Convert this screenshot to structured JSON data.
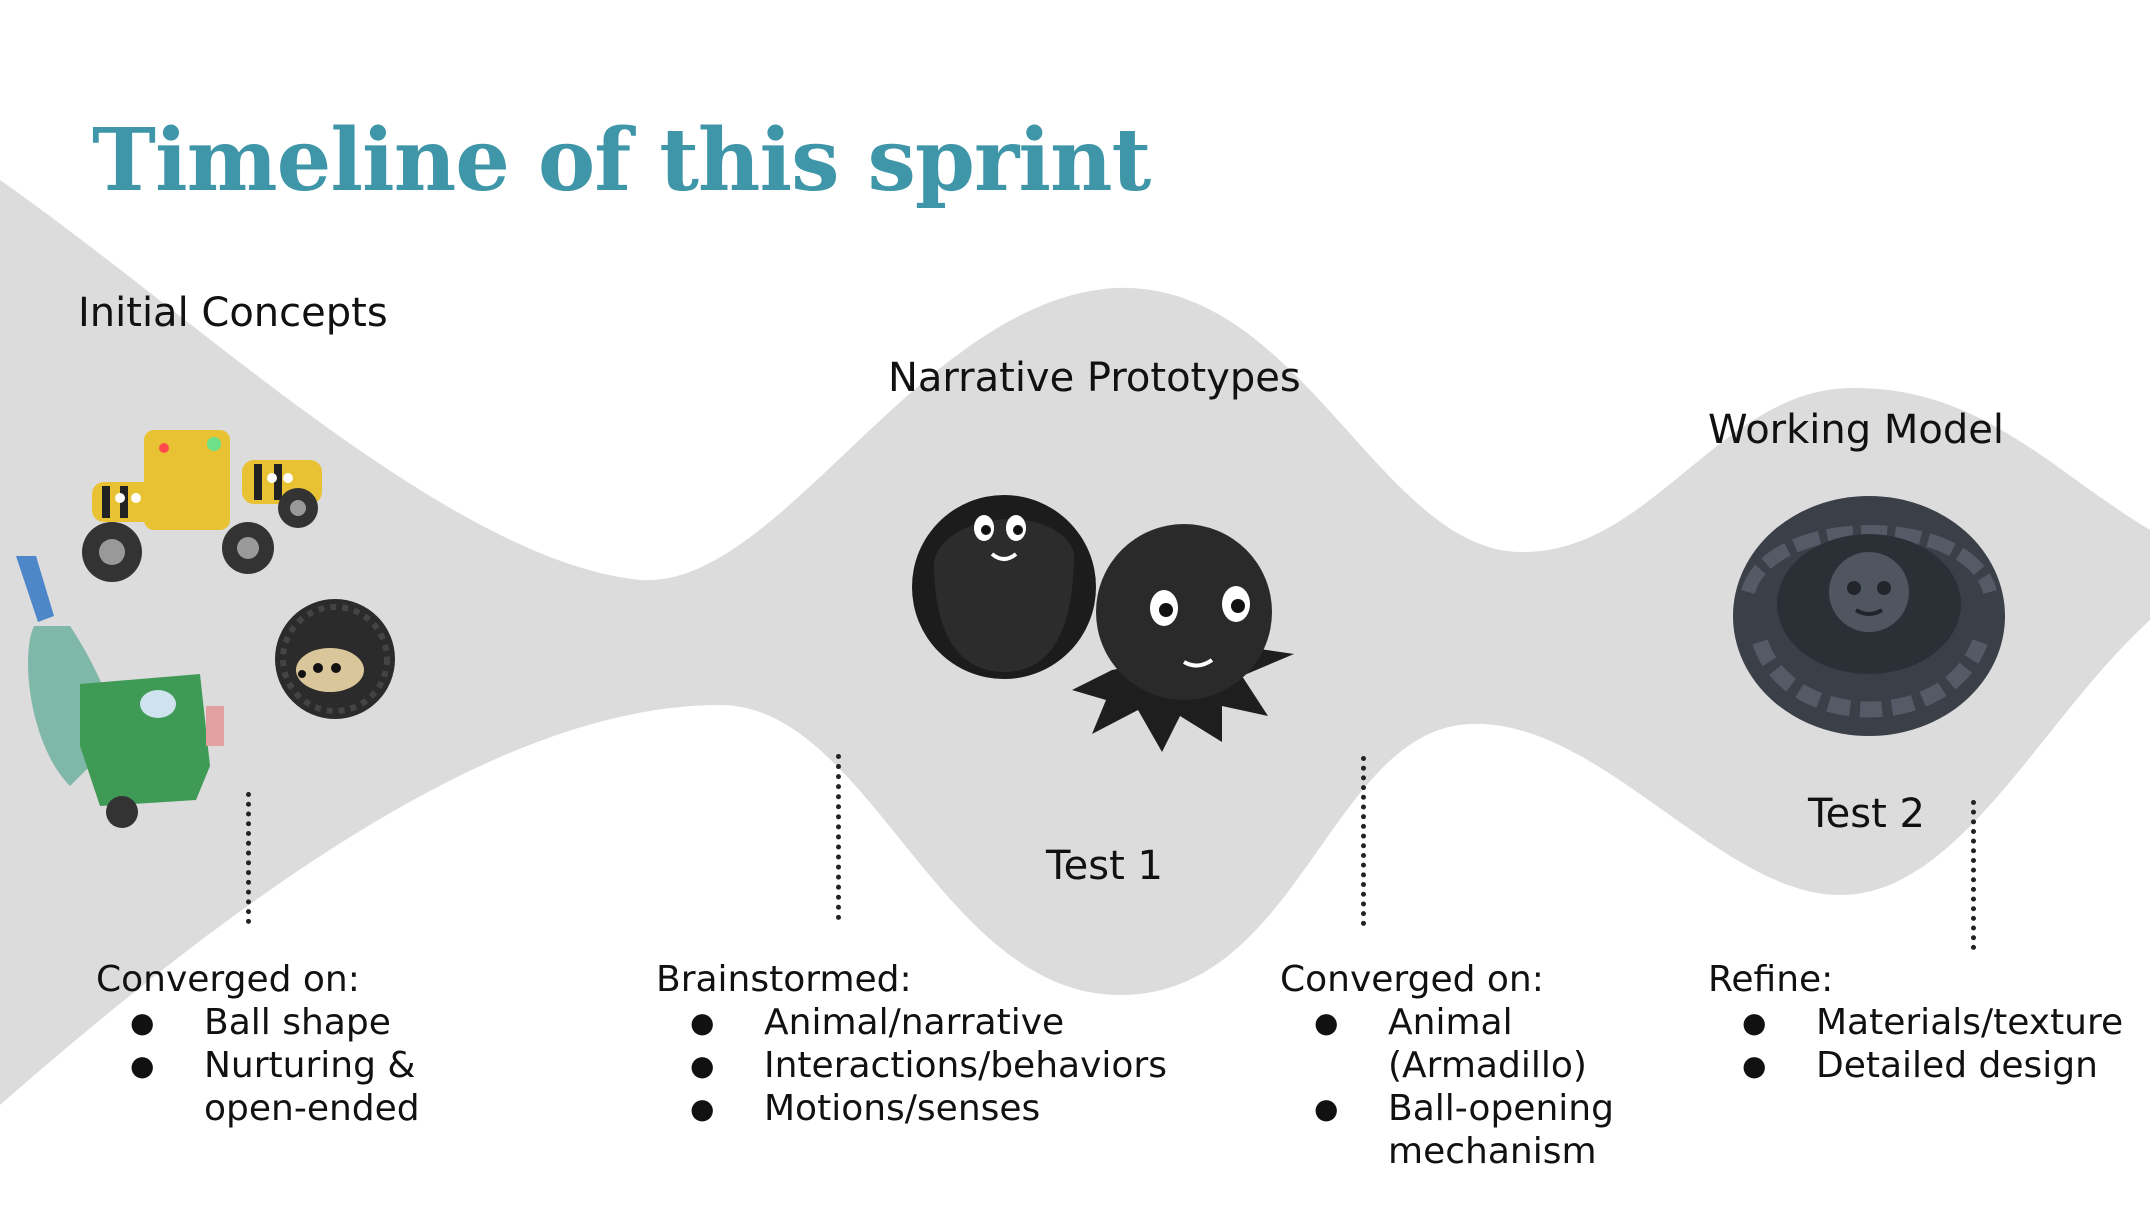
{
  "slide": {
    "title": "Timeline of this sprint",
    "background_color": "#ffffff",
    "wave_color": "#dcdcdc",
    "title_color": "#3e96a8"
  },
  "stages": [
    {
      "label": "Initial Concepts"
    },
    {
      "label": "Narrative Prototypes"
    },
    {
      "label": "Working Model"
    }
  ],
  "tests": [
    {
      "label": "Test 1"
    },
    {
      "label": "Test 2"
    }
  ],
  "notes": [
    {
      "heading": "Converged on:",
      "bullets": [
        [
          "Ball shape"
        ],
        [
          "Nurturing &",
          "open-ended"
        ]
      ]
    },
    {
      "heading": "Brainstormed:",
      "bullets": [
        [
          "Animal/narrative"
        ],
        [
          "Interactions/behaviors"
        ],
        [
          "Motions/senses"
        ]
      ]
    },
    {
      "heading": "Converged on:",
      "bullets": [
        [
          "Animal",
          "(Armadillo)"
        ],
        [
          "Ball-opening",
          "mechanism"
        ]
      ]
    },
    {
      "heading": "Refine:",
      "bullets": [
        [
          "Materials/texture"
        ],
        [
          "Detailed design"
        ]
      ]
    }
  ],
  "images": [
    {
      "name": "yellow-bee-robot-car-image"
    },
    {
      "name": "green-cart-toy-image"
    },
    {
      "name": "hedgehog-ball-image"
    },
    {
      "name": "open-black-ball-character-image"
    },
    {
      "name": "black-octopus-ball-image"
    },
    {
      "name": "armadillo-ball-image"
    }
  ]
}
